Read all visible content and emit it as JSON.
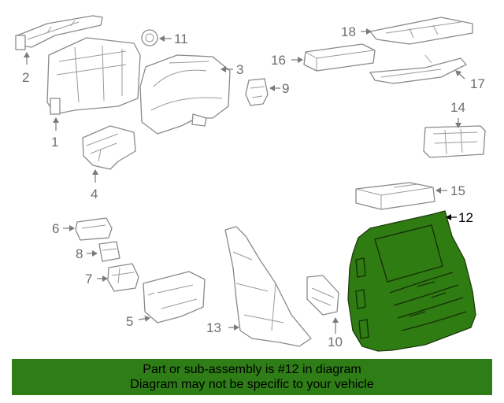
{
  "diagram": {
    "callouts": [
      "1",
      "2",
      "3",
      "4",
      "5",
      "6",
      "7",
      "8",
      "9",
      "10",
      "11",
      "12",
      "13",
      "14",
      "15",
      "16",
      "17",
      "18"
    ],
    "highlighted_part": "12",
    "highlight_color": "#2e7d16"
  },
  "banner": {
    "line1": "Part or sub-assembly is #12 in diagram",
    "line2": "Diagram may not be specific to your vehicle"
  }
}
